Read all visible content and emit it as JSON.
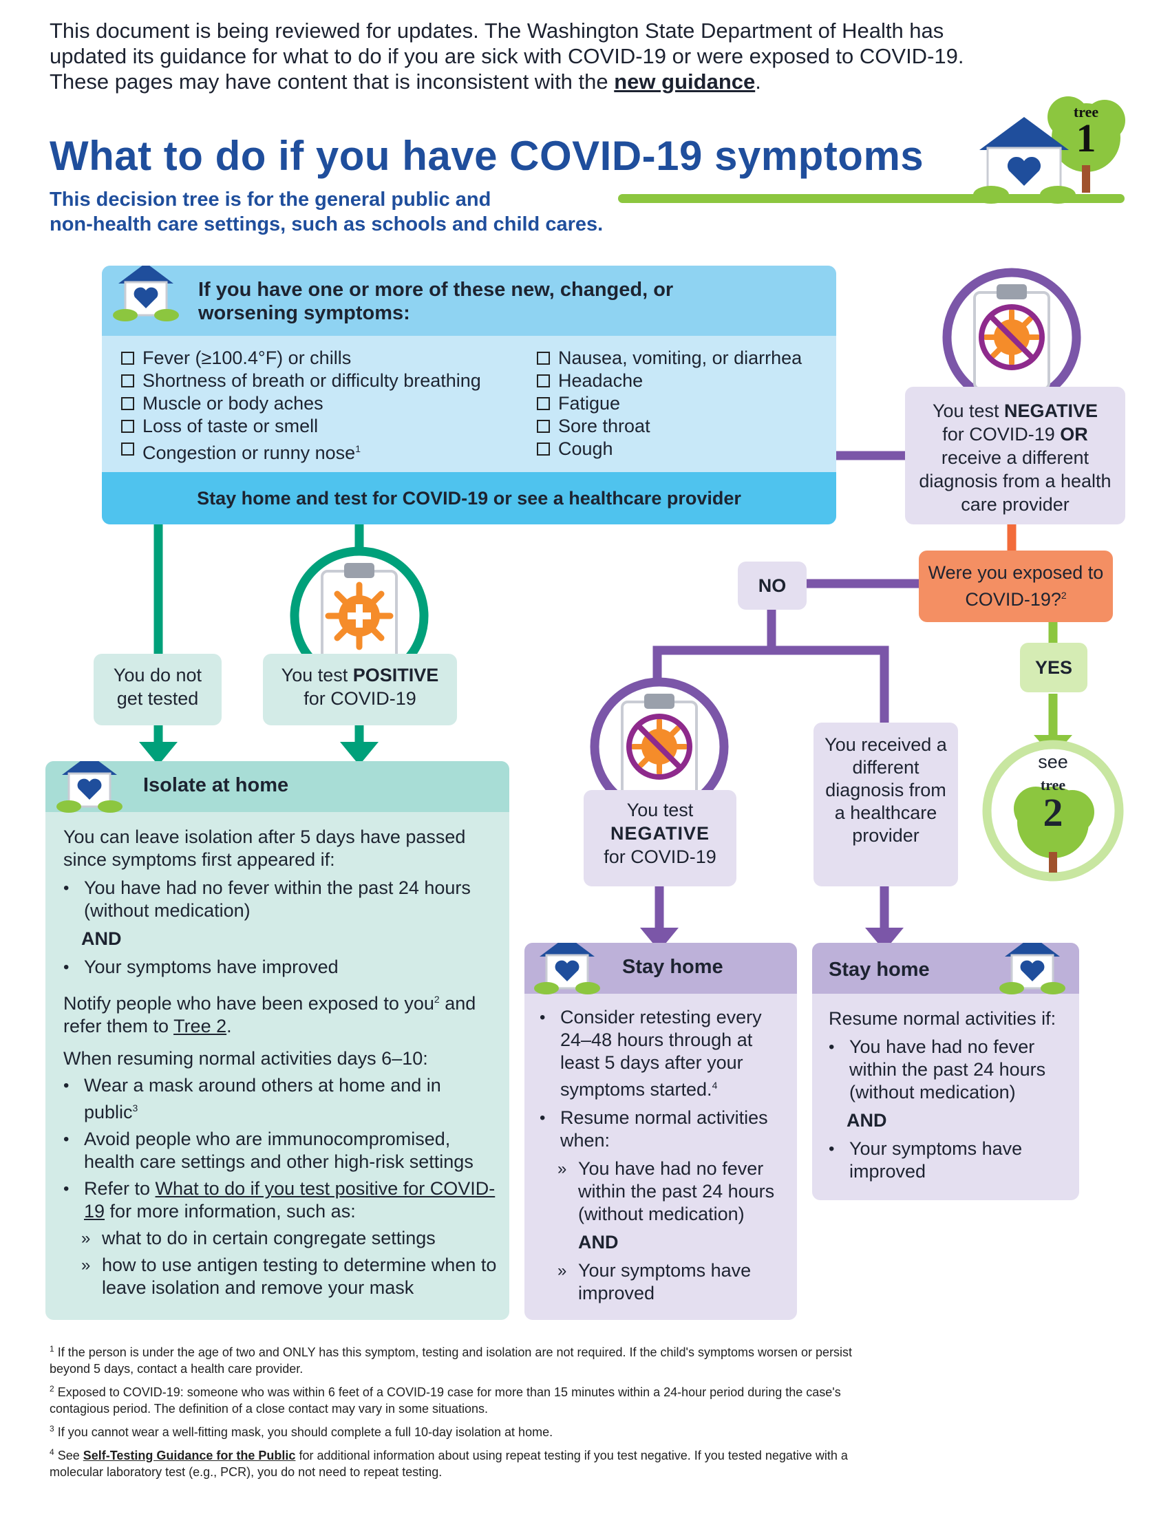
{
  "notice": {
    "text_before": "This document is being reviewed for updates. The Washington State Department of Health has updated its guidance for what to do if you are sick with COVID-19 or were exposed to COVID-19. These pages may have content that is inconsistent with the ",
    "link": "new guidance",
    "text_after": "."
  },
  "title": "What to do if you have COVID-19 symptoms",
  "subtitle_line1": "This decision tree is for the general public and",
  "subtitle_line2": "non-health care settings, such as schools and child cares.",
  "tree_badge": {
    "word": "tree",
    "number": "1"
  },
  "symptoms": {
    "heading": "If you have one or more of these new, changed, or worsening symptoms:",
    "left": [
      "Fever (≥100.4°F) or chills",
      "Shortness of breath or difficulty breathing",
      "Muscle or body aches",
      "Loss of taste or smell",
      "Congestion or runny nose"
    ],
    "left_footnote": "1",
    "right": [
      "Nausea, vomiting, or diarrhea",
      "Headache",
      "Fatigue",
      "Sore throat",
      "Cough"
    ],
    "action": "Stay home and test for COVID-19 or see a healthcare provider"
  },
  "not_tested": "You do not get tested",
  "positive": {
    "pre": "You test ",
    "bold": "POSITIVE",
    "post": "for COVID-19"
  },
  "negative_top": {
    "pre": "You test ",
    "bold": "NEGATIVE",
    "mid": "for COVID-19 ",
    "or": "OR",
    "post": "receive a different diagnosis from a health care provider"
  },
  "exposed": {
    "text": "Were you exposed to COVID-19?",
    "fn": "2"
  },
  "no": "NO",
  "yes": "YES",
  "see_tree2": {
    "see": "see",
    "word": "tree",
    "number": "2"
  },
  "negative_mid": {
    "pre": "You test",
    "bold": "NEGATIVE",
    "post": "for COVID-19"
  },
  "diff_diag": "You received a different diagnosis from a healthcare provider",
  "isolate": {
    "heading": "Isolate at home",
    "intro": "You can leave isolation after 5 days have passed since symptoms first appeared if:",
    "b1": "You have had no fever within the past 24 hours (without medication)",
    "and": "AND",
    "b2": "Your symptoms have improved",
    "notify_pre": "Notify people who have been exposed to you",
    "notify_fn": "2",
    "notify_mid": "and refer them to ",
    "notify_link": "Tree 2",
    "notify_post": ".",
    "resume": "When resuming normal activities days 6–10:",
    "r1": "Wear a mask around others at home and in public",
    "r1_fn": "3",
    "r2": "Avoid people who are immunocompromised, health care settings and other high-risk settings",
    "r3_pre": "Refer to ",
    "r3_link": "What to do if you test positive for COVID-19",
    "r3_post": " for more information, such as:",
    "s1": "what to do in certain congregate settings",
    "s2": "how to use antigen testing to determine when to leave isolation and remove your mask"
  },
  "stay_mid": {
    "heading": "Stay home",
    "b1": "Consider retesting every 24–48 hours through at least 5 days after your symptoms started.",
    "b1_fn": "4",
    "b2": "Resume normal activities when:",
    "s1": "You have had no fever within the past 24 hours (without medication)",
    "and": "AND",
    "s2": "Your symptoms have improved"
  },
  "stay_right": {
    "heading": "Stay home",
    "intro": "Resume normal activities if:",
    "b1": "You have had no fever within the past 24 hours (without medication)",
    "and": "AND",
    "b2": "Your symptoms have improved"
  },
  "footnotes": {
    "f1": "If the person is under the age of two and ONLY has this symptom, testing and isolation are not required. If the child's symptoms worsen or persist beyond 5 days, contact a health care provider.",
    "f2": "Exposed to COVID-19: someone who was within 6 feet of a COVID-19 case for more than 15 minutes within a 24-hour period during the case's contagious period. The definition of a close contact may vary in some situations.",
    "f3": "If you cannot wear a well-fitting mask, you should complete a full 10-day isolation at home.",
    "f4_pre": "See ",
    "f4_link": "Self-Testing Guidance for the Public",
    "f4_post": " for additional information about using repeat testing if you test negative. If you tested negative with a molecular laboratory test (e.g., PCR), you do not need to repeat testing."
  },
  "colors": {
    "blue_title": "#1f4e9c",
    "light_blue": "#c8e8f8",
    "mid_blue": "#8fd3f2",
    "bright_blue": "#4fc3ee",
    "teal": "#00a07a",
    "teal_bg": "#d3ebe7",
    "purple": "#7b56a8",
    "lavender": "#e4dff0",
    "orange": "#f48f63",
    "lime": "#8cc63f"
  }
}
